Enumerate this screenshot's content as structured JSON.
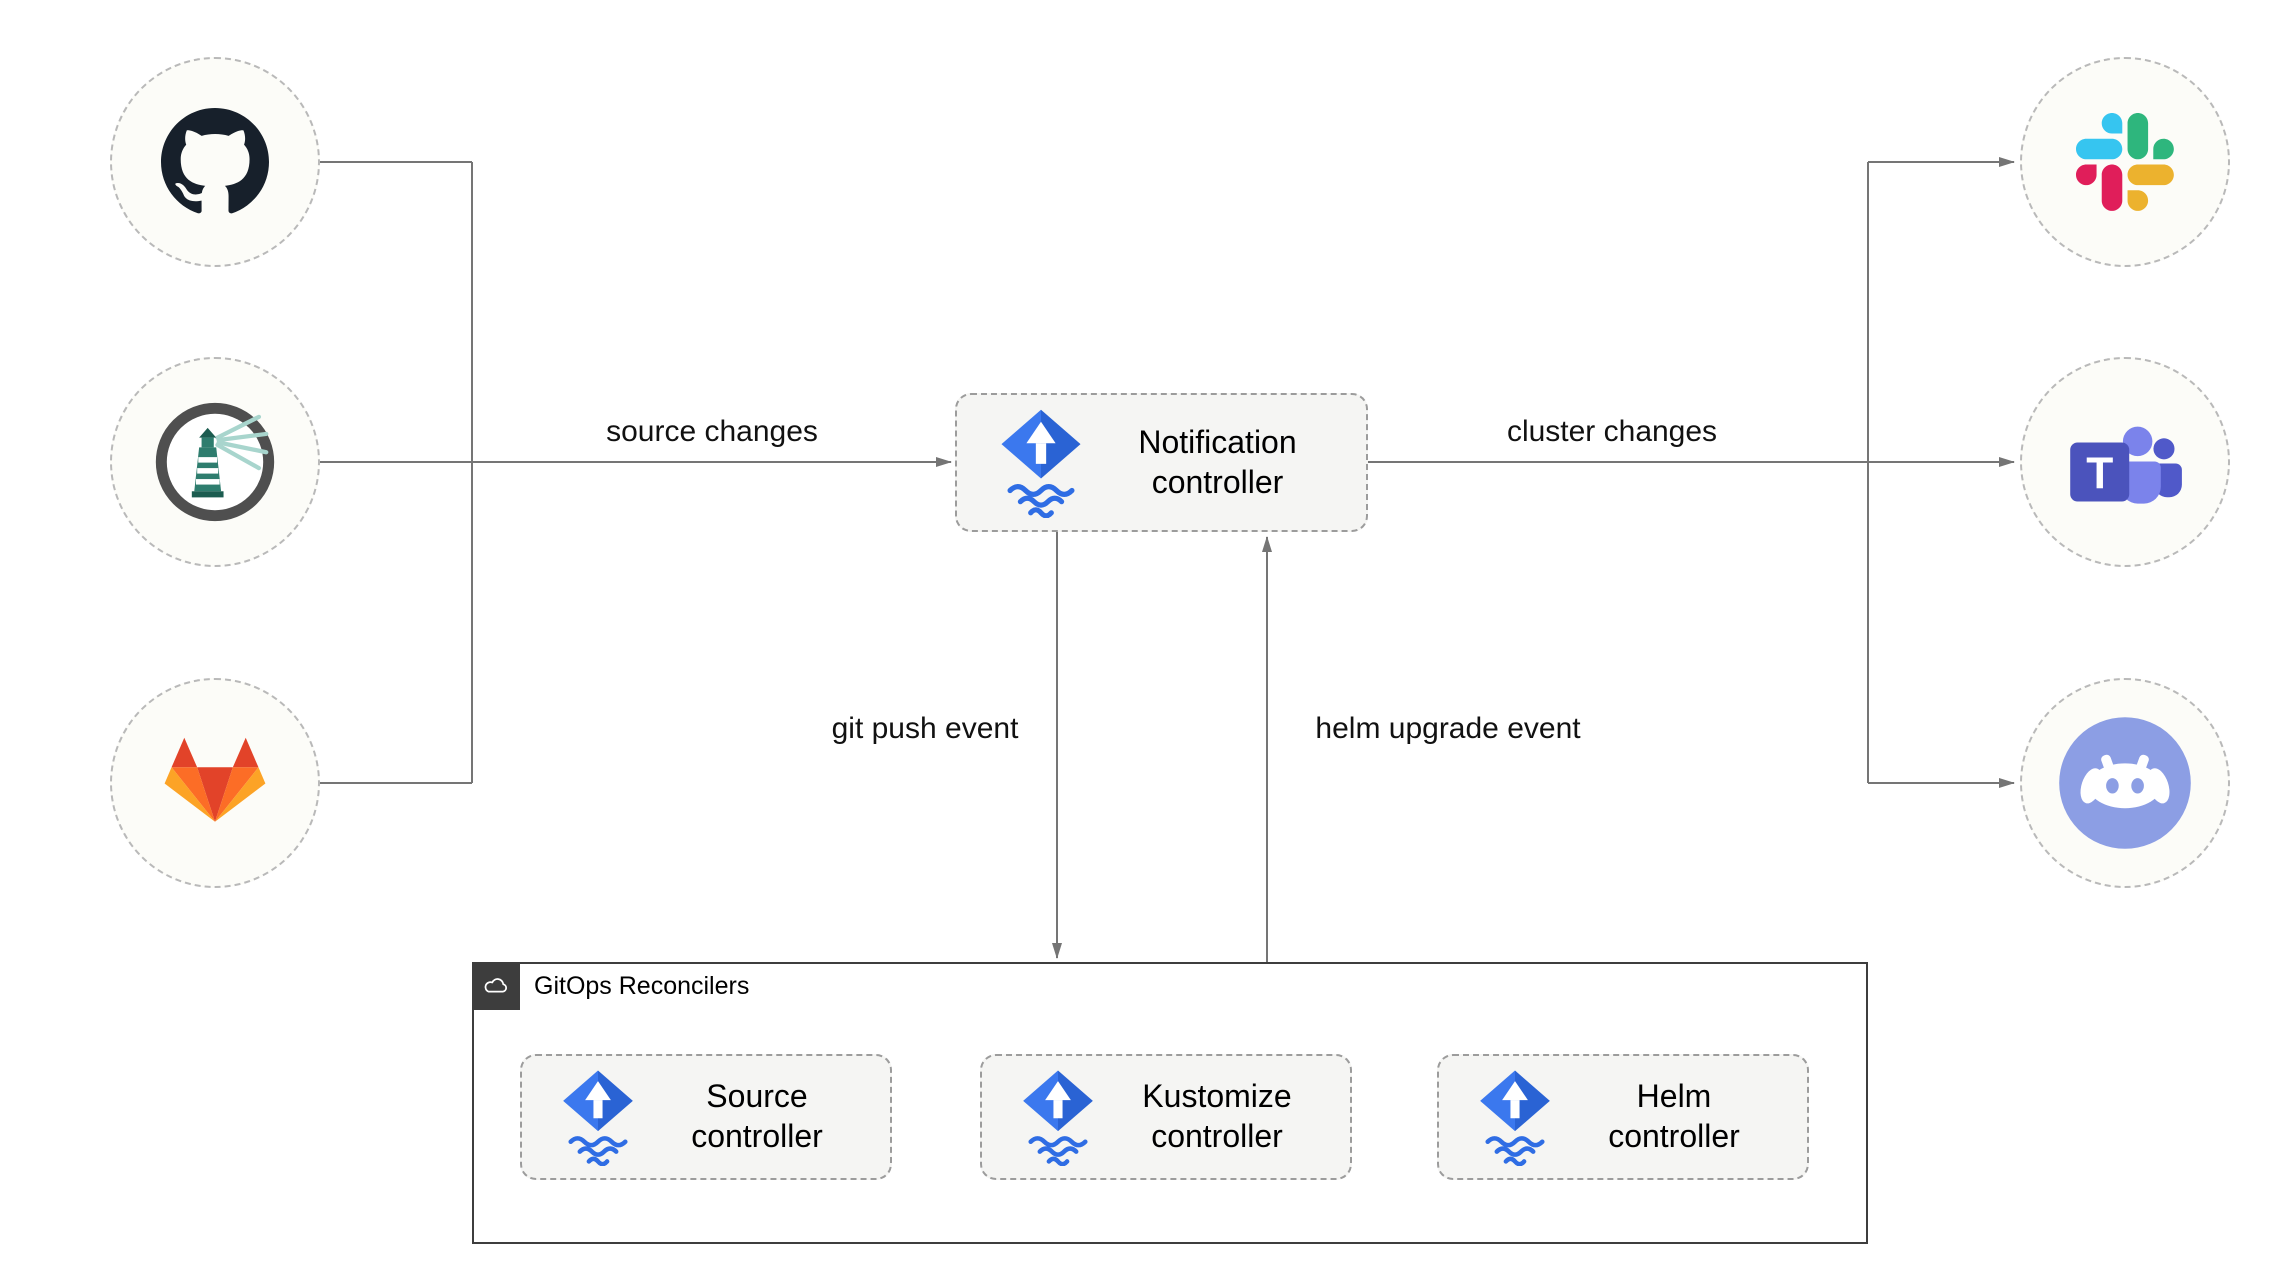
{
  "nodes": {
    "notification": {
      "label": "Notification controller",
      "icon": "flux-icon"
    },
    "source": {
      "label": "Source controller",
      "icon": "flux-icon"
    },
    "kustomize": {
      "label": "Kustomize controller",
      "icon": "flux-icon"
    },
    "helm": {
      "label": "Helm controller",
      "icon": "flux-icon"
    }
  },
  "group": {
    "label": "GitOps Reconcilers",
    "icon": "cloud-icon"
  },
  "edge_labels": {
    "source_changes": "source changes",
    "cluster_changes": "cluster changes",
    "git_push_event": "git push event",
    "helm_upgrade_event": "helm upgrade event"
  },
  "endpoints": {
    "left": [
      {
        "icon": "github-icon"
      },
      {
        "icon": "harbor-icon"
      },
      {
        "icon": "gitlab-icon"
      }
    ],
    "right": [
      {
        "icon": "slack-icon"
      },
      {
        "icon": "teams-icon"
      },
      {
        "icon": "discord-icon"
      }
    ]
  },
  "icons": {
    "teams_letter": "T"
  },
  "colors": {
    "flux_blue": "#2f6de4",
    "edge_gray": "#757575",
    "github_black": "#17202b",
    "harbor_teal": "#2e7d6e",
    "gitlab": [
      "#e24329",
      "#fc6d26",
      "#fca326"
    ],
    "slack": [
      "#36c5f0",
      "#2eb67d",
      "#ecb22e",
      "#e01e5a"
    ],
    "teams_purple": "#4b53bc",
    "discord_blurple": "#8c9ee4"
  }
}
